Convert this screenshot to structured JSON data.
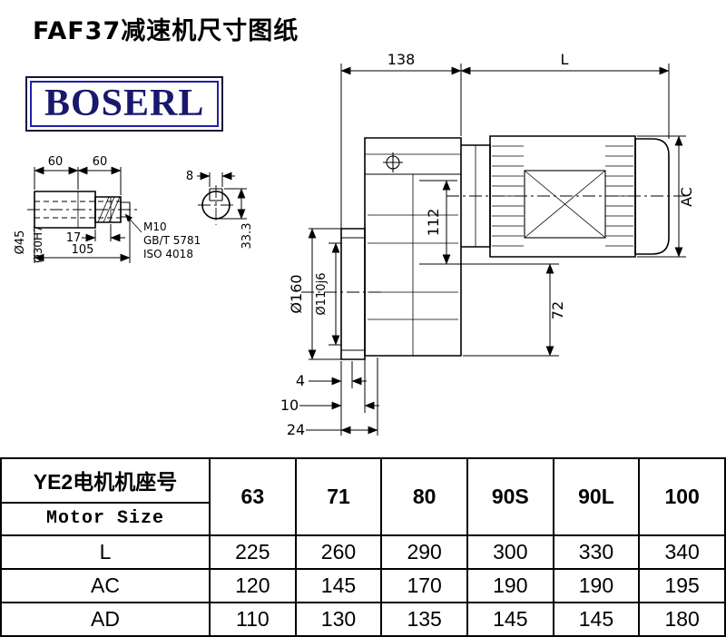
{
  "page": {
    "title": "FAF37减速机尺寸图纸",
    "logo": "BOSERL"
  },
  "drawing": {
    "dims": {
      "width_138": "138",
      "motor_length_L": "L",
      "motor_height_AC": "AC",
      "center_height_112": "112",
      "axis_bottom_72": "72",
      "flange_od": "Ø160",
      "spigot_dia": "Ø110j6",
      "face_offset_4": "4",
      "face_offset_10": "10",
      "face_offset_24": "24",
      "key_width_8": "8",
      "key_height_33": "33.3",
      "shaft_seg_60a": "60",
      "shaft_seg_60b": "60",
      "thread_len_17": "17",
      "shaft_len_105": "105",
      "shaft_dia_45": "Ø45",
      "bore_dia_30": "Ø30H7",
      "thread_m10": "M10",
      "std_gb": "GB/T 5781",
      "std_iso": "ISO 4018"
    }
  },
  "table": {
    "col1_header_line1": "YE2电机机座号",
    "col1_header_line2": "Motor Size",
    "motor_sizes": [
      "63",
      "71",
      "80",
      "90S",
      "90L",
      "100"
    ],
    "rows": [
      {
        "label": "L",
        "values": [
          "225",
          "260",
          "290",
          "300",
          "330",
          "340"
        ]
      },
      {
        "label": "AC",
        "values": [
          "120",
          "145",
          "170",
          "190",
          "190",
          "195"
        ]
      },
      {
        "label": "AD",
        "values": [
          "110",
          "130",
          "135",
          "145",
          "145",
          "180"
        ]
      }
    ]
  }
}
